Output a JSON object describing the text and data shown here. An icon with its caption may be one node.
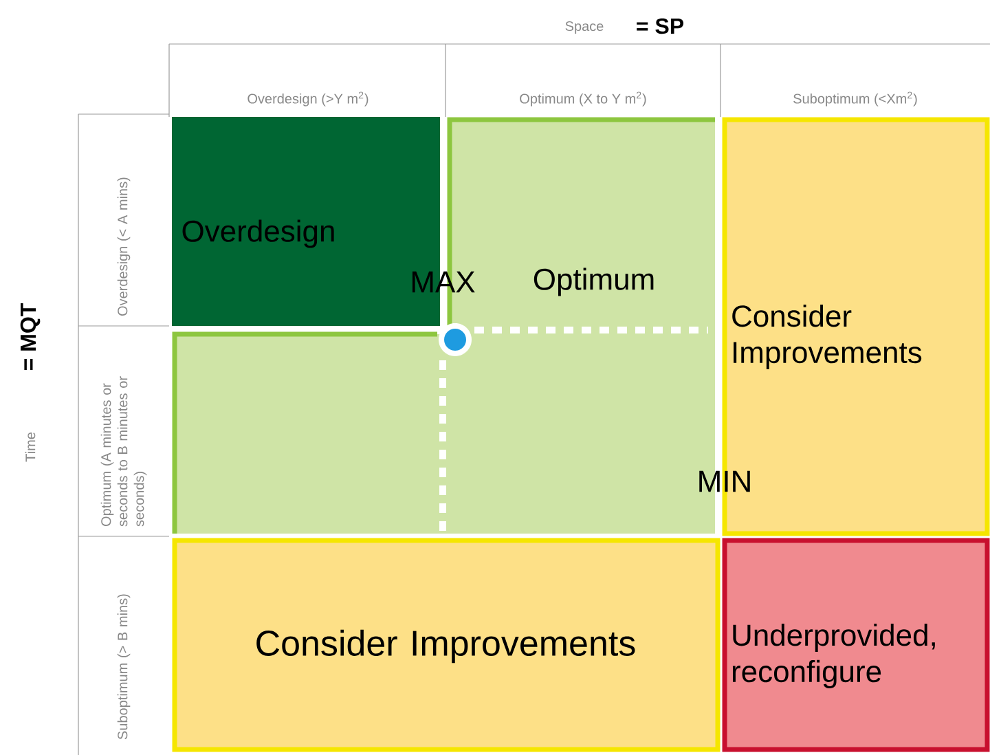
{
  "diagram": {
    "nodes": [
      {
        "text": [
          "Overdesign"
        ]
      },
      {
        "text": [
          "Optimum"
        ]
      },
      {
        "text": [
          "Consider Improvements"
        ]
      },
      {
        "text": [
          "Consider Improvements"
        ]
      },
      {
        "text": [
          "Underprovided, reconfigure"
        ]
      }
    ],
    "labels": [
      "Space",
      "= SP",
      "Overdesign (>Y m$^{2}$)",
      "Optimum (X to Y m$^{2}$)",
      "Suboptimum (<Xm$^{2}$)",
      "= MQT",
      "Time",
      "Overdesign (< A mins)",
      "Optimum (A minutes or seconds to B minutes or seconds)",
      "Suboptimum (> B mins)",
      "MAX",
      "MIN"
    ]
  }
}
